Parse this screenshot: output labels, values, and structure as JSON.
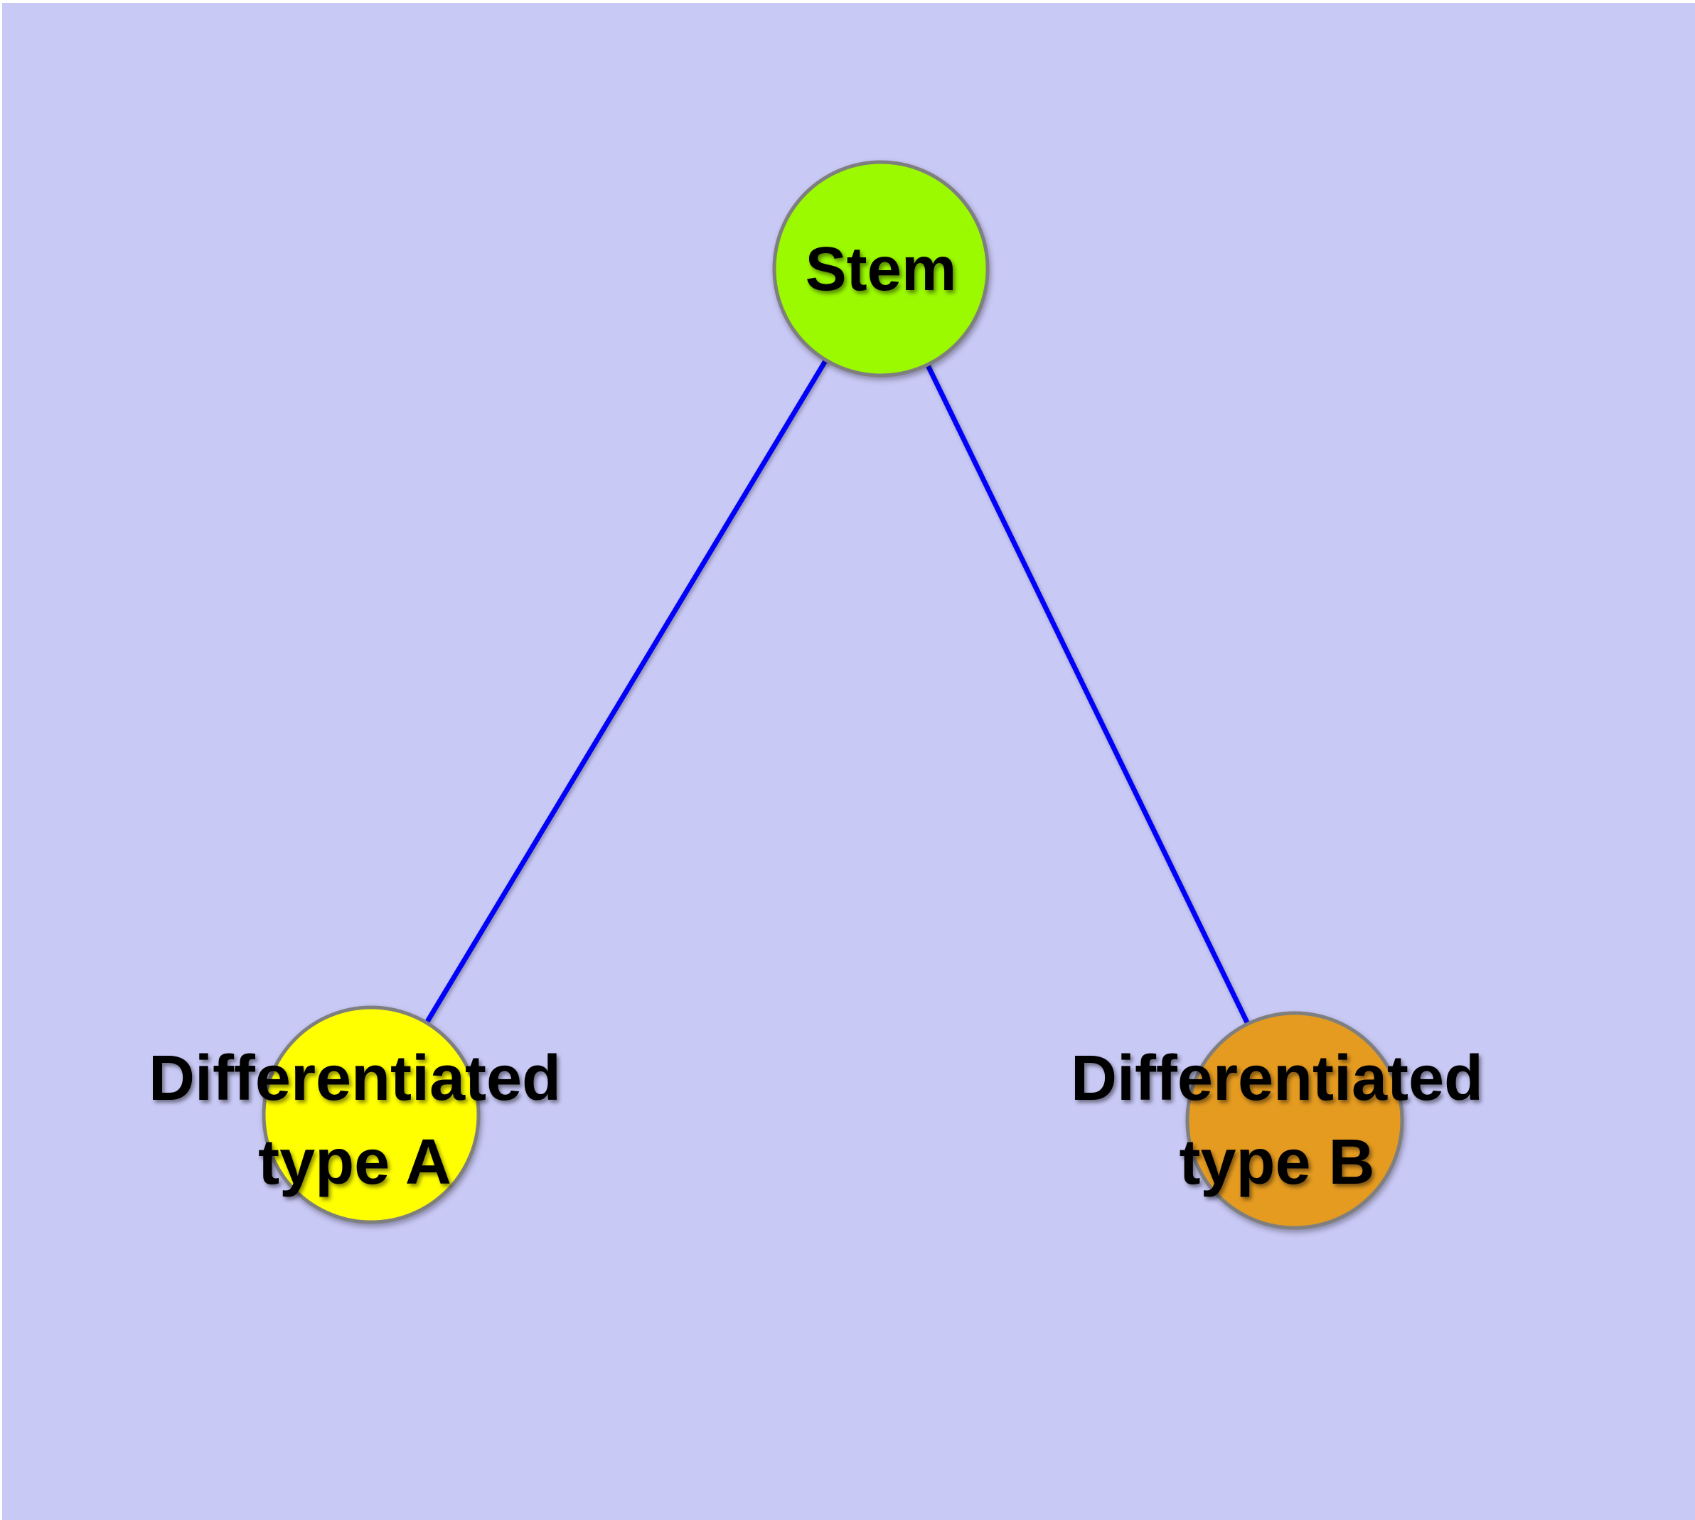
{
  "colors": {
    "background": "#c9c9f6",
    "margin": "#ffffff",
    "edge": "#0202f8",
    "node_border": "#7f7f7f",
    "label_text": "#000000",
    "stem_fill": "#9bf900",
    "type_a_fill": "#ffff00",
    "type_b_fill": "#e59b20"
  },
  "nodes": {
    "stem": {
      "label": "Stem",
      "fill": "#9bf900"
    },
    "type_a": {
      "label_line1": "Differentiated",
      "label_line2": "type A",
      "fill": "#ffff00"
    },
    "type_b": {
      "label_line1": "Differentiated",
      "label_line2": "type B",
      "fill": "#e59b20"
    }
  },
  "edges": [
    {
      "from": "Stem",
      "to": "Differentiated type A"
    },
    {
      "from": "Stem",
      "to": "Differentiated type B"
    }
  ]
}
